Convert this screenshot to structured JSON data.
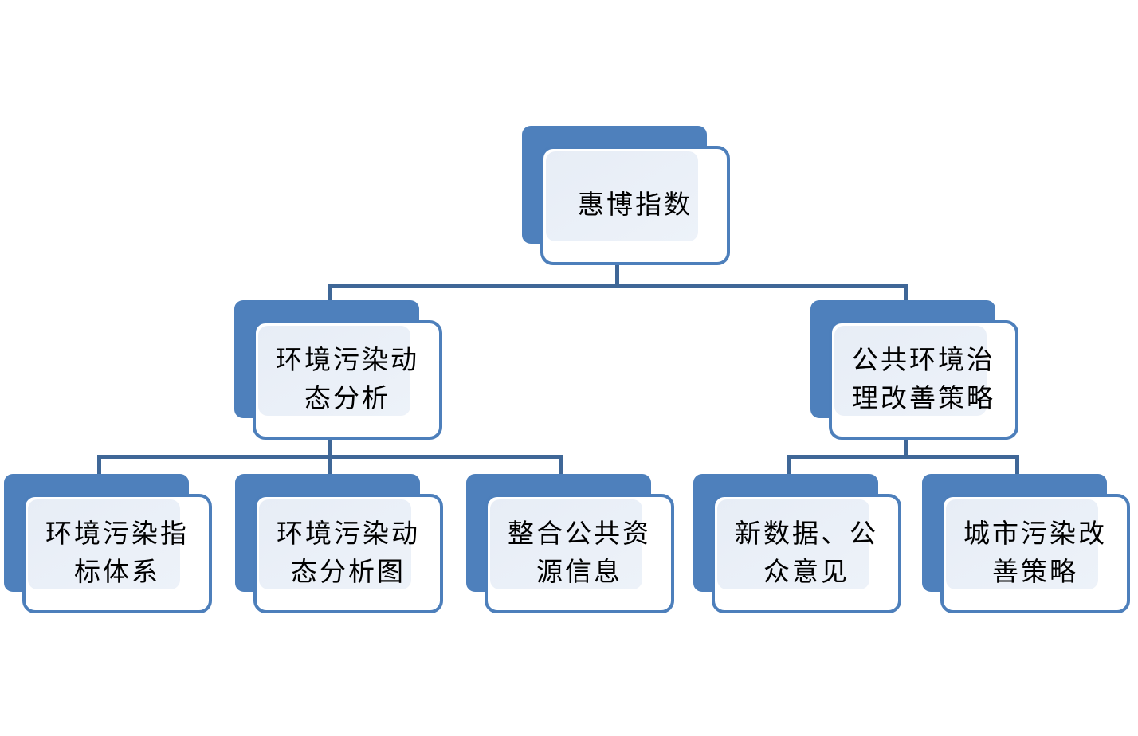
{
  "diagram": {
    "kind": "smartart-org-chart",
    "background": "#ffffff",
    "hierarchy": {
      "root": "惠博指数",
      "children": [
        {
          "label": "环境污染动态分析",
          "children": [
            "环境污染指标体系",
            "环境污染动态分析图",
            "整合公共资源信息"
          ]
        },
        {
          "label": "公共环境治理改善策略",
          "children": [
            "新数据、公众意见",
            "城市污染改善策略"
          ]
        }
      ]
    }
  },
  "colors": {
    "node_back_fill": "#4e80bc",
    "node_border": "#4d7fbb",
    "node_face_fill": "#e7edf6",
    "node_inner_stroke": "#ffffff",
    "connector": "#3f6797",
    "text": "#000000"
  },
  "nodes": [
    {
      "id": "root",
      "level": 1,
      "label": "惠博指数",
      "line1": "惠博指数",
      "line2": ""
    },
    {
      "id": "left-branch",
      "level": 2,
      "label": "环境污染动态分析",
      "line1": "环境污染动",
      "line2": "态分析"
    },
    {
      "id": "right-branch",
      "level": 2,
      "label": "公共环境治理改善策略",
      "line1": "公共环境治",
      "line2": "理改善策略"
    },
    {
      "id": "leaf-1",
      "level": 3,
      "label": "环境污染指标体系",
      "line1": "环境污染指",
      "line2": "标体系"
    },
    {
      "id": "leaf-2",
      "level": 3,
      "label": "环境污染动态分析图",
      "line1": "环境污染动",
      "line2": "态分析图"
    },
    {
      "id": "leaf-3",
      "level": 3,
      "label": "整合公共资源信息",
      "line1": "整合公共资",
      "line2": "源信息"
    },
    {
      "id": "leaf-4",
      "level": 3,
      "label": "新数据、公众意见",
      "line1": "新数据、公",
      "line2": "众意见"
    },
    {
      "id": "leaf-5",
      "level": 3,
      "label": "城市污染改善策略",
      "line1": "城市污染改",
      "line2": "善策略"
    }
  ]
}
